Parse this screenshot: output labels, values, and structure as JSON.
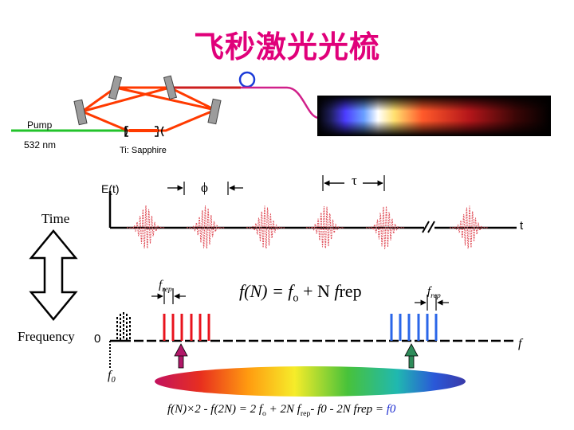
{
  "title": "飞秒激光光梳",
  "laser": {
    "pump_label": "Pump",
    "wavelength_label": "532 nm",
    "crystal_label": "Ti: Sapphire"
  },
  "time_domain": {
    "label": "Time",
    "field_label": "E(t)",
    "axis_label": "t",
    "phase_symbol": "ϕ",
    "period_symbol": "τ"
  },
  "frequency_domain": {
    "label": "Frequency",
    "zero_label": "0",
    "axis_label": "f",
    "rep_symbol_main": "f",
    "rep_symbol_sub": "rep",
    "offset_symbol_main": "f",
    "offset_symbol_sub": "0"
  },
  "equation_main": {
    "lhs": "f(N) = f",
    "lhs_sub": "o",
    "mid": " + N ",
    "f": "f",
    "rep": "rep"
  },
  "equation_bottom": {
    "part1": "f(N)×2 - f(2N) = 2 f",
    "sub1": "o",
    "part2": " + 2N f",
    "sub2": "rep",
    "part3": "- f0 - 2N frep = ",
    "result": "f0"
  },
  "colors": {
    "title": "#e0007a",
    "pump_beam": "#22c32a",
    "cavity_beam": "#ff3a00",
    "comb_red": "#e8131d",
    "comb_blue": "#2a66e8",
    "fiber": "#d0208a",
    "result": "#1b2bd0"
  }
}
